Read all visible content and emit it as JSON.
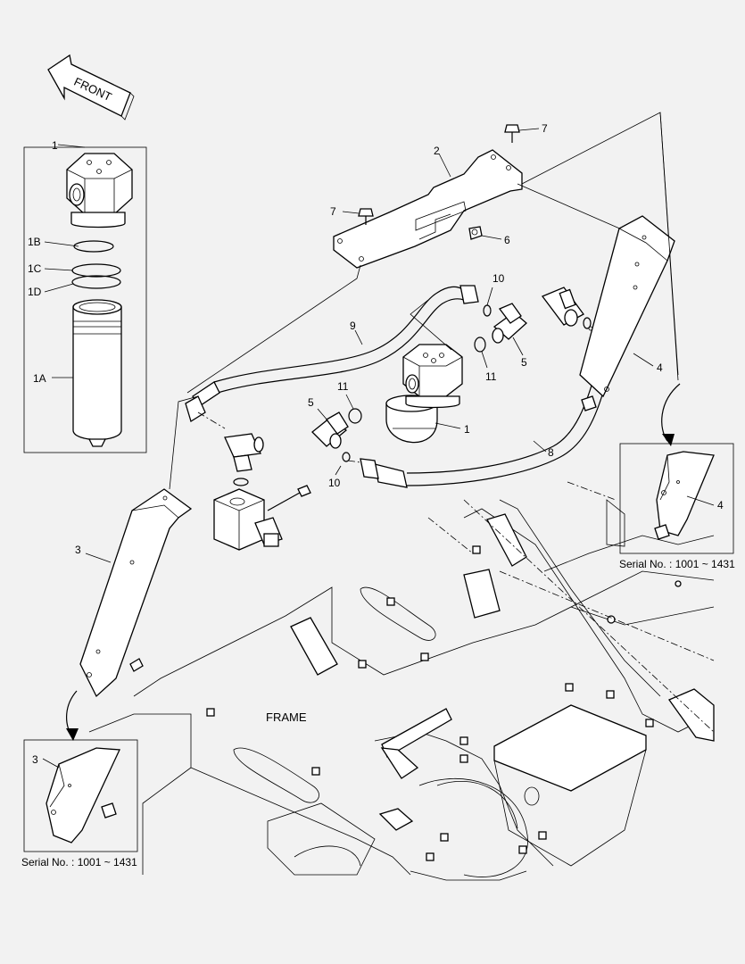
{
  "labels": {
    "front": "FRONT",
    "frame": "FRAME"
  },
  "callouts": {
    "c1_top": "1",
    "c1b": "1B",
    "c1c": "1C",
    "c1d": "1D",
    "c1a": "1A",
    "c2": "2",
    "c7a": "7",
    "c7b": "7",
    "c6": "6",
    "c10a": "10",
    "c9": "9",
    "c5a": "5",
    "c11a": "11",
    "c4": "4",
    "c5b": "5",
    "c11b": "11",
    "c1_center": "1",
    "c8": "8",
    "c10b": "10",
    "c3": "3",
    "c4_inset": "4",
    "c3_inset": "3"
  },
  "notes": {
    "serial_right": "Serial No. : 1001 ~ 1431",
    "serial_left": "Serial No. : 1001 ~ 1431"
  }
}
